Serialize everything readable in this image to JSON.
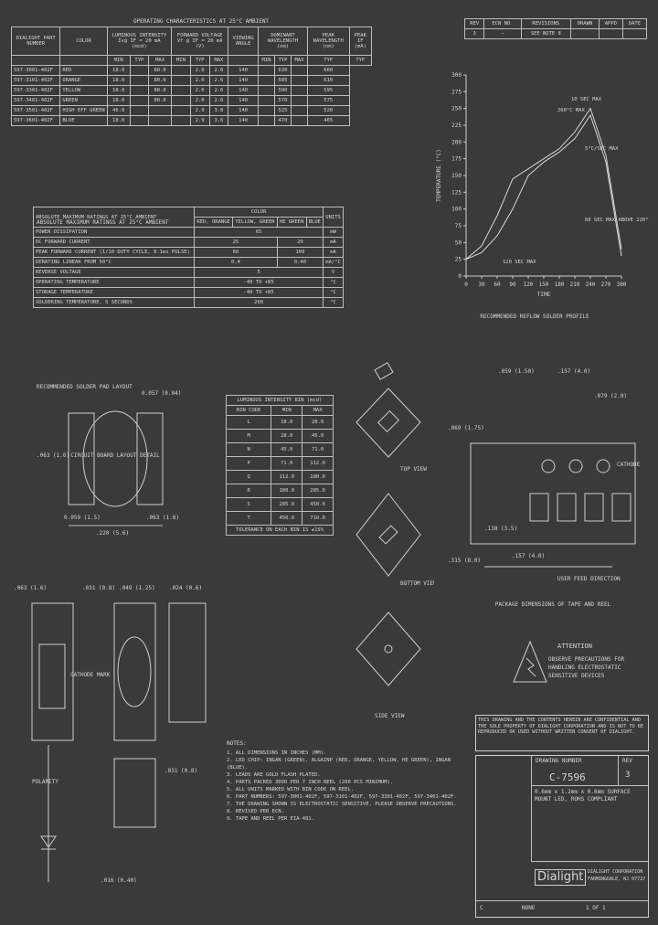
{
  "title_block": {
    "company": "Dialight",
    "address_1": "DIALIGHT CORPORATION",
    "address_2": "FARMINGDALE, NJ 07727",
    "drawing_number_label": "DRAWING NUMBER",
    "drawing_number": "C-7596",
    "rev_label": "REV",
    "rev": "3",
    "description": "0.6mm x 1.2mm x 0.6mm SURFACE MOUNT LED, ROHS COMPLIANT",
    "sheet": "1 OF 1",
    "scale": "NONE",
    "size": "C"
  },
  "revision_block": {
    "headers": [
      "REV",
      "ECN NO.",
      "REVISIONS",
      "DRAWN",
      "APPD",
      "DATE"
    ],
    "rows": [
      [
        "3",
        "—",
        "SEE NOTE 8",
        "",
        "",
        ""
      ]
    ]
  },
  "operating_table": {
    "title": "OPERATING CHARACTERISTICS AT 25°C AMBIENT",
    "col_part": "DIALIGHT PART NUMBER",
    "col_color": "COLOR",
    "col_lum": "LUMINOUS INTENSITY Iv@ IF = 20 mA (mcd)",
    "col_vf": "FORWARD VOLTAGE Vf @ IF = 20 mA (V)",
    "col_view": "VIEWING ANGLE",
    "col_dom": "DOMINANT WAVELENGTH (nm)",
    "col_peak": "PEAK WAVELENGTH (nm)",
    "col_pkg": "PEAK IF (mA)",
    "sub": [
      "MIN",
      "TYP",
      "MAX",
      "MIN",
      "TYP",
      "MAX",
      "",
      "MIN",
      "TYP",
      "MAX",
      "TYP",
      "TYP"
    ],
    "rows": [
      [
        "597-3001-402F",
        "RED",
        "18.0",
        "",
        "80.0",
        "",
        "2.0",
        "2.6",
        "140",
        "",
        "630",
        "",
        "660"
      ],
      [
        "597-3101-402F",
        "ORANGE",
        "18.0",
        "",
        "80.0",
        "",
        "2.0",
        "2.6",
        "140",
        "",
        "605",
        "",
        "610"
      ],
      [
        "597-3301-402F",
        "YELLOW",
        "18.0",
        "",
        "80.0",
        "",
        "2.0",
        "2.6",
        "140",
        "",
        "590",
        "",
        "595"
      ],
      [
        "597-3401-402F",
        "GREEN",
        "18.0",
        "",
        "80.0",
        "",
        "2.0",
        "2.6",
        "140",
        "",
        "570",
        "",
        "575"
      ],
      [
        "597-3501-402F",
        "HIGH EFF GREEN",
        "46.0",
        "",
        "",
        "",
        "2.9",
        "3.6",
        "140",
        "",
        "525",
        "",
        "520"
      ],
      [
        "597-3601-402F",
        "BLUE",
        "18.0",
        "",
        "",
        "",
        "2.9",
        "3.6",
        "140",
        "",
        "470",
        "",
        "465"
      ]
    ]
  },
  "abs_max_table": {
    "title": "ABSOLUTE MAXIMUM RATINGS AT 25°C AMBIENT",
    "color_header": "COLOR",
    "sub_headers": [
      "RED, ORANGE",
      "YELLOW, GREEN",
      "HE GREEN",
      "BLUE",
      "UNITS"
    ],
    "rows": [
      [
        "POWER DISSIPATION",
        "65",
        "",
        "",
        "",
        "mW"
      ],
      [
        "DC FORWARD CURRENT",
        "25",
        "",
        "20",
        "",
        "mA"
      ],
      [
        "PEAK FORWARD CURRENT (1/10 DUTY CYCLE, 0.1ms PULSE)",
        "60",
        "",
        "100",
        "",
        "mA"
      ],
      [
        "DERATING LINEAR FROM 50°C",
        "0.4",
        "",
        "0.40",
        "",
        "mA/°C"
      ],
      [
        "REVERSE VOLTAGE",
        "5",
        "",
        "",
        "",
        "V"
      ],
      [
        "OPERATING TEMPERATURE",
        "-40 TO +85",
        "",
        "",
        "",
        "°C"
      ],
      [
        "STORAGE TEMPERATURE",
        "-40 TO +85",
        "",
        "",
        "",
        "°C"
      ],
      [
        "SOLDERING TEMPERATURE, 5 SECONDS",
        "260",
        "",
        "",
        "",
        "°C"
      ]
    ]
  },
  "bin_table": {
    "title": "LUMINOUS INTENSITY BIN (mcd)",
    "headers": [
      "BIN CODE",
      "MIN",
      "MAX"
    ],
    "rows": [
      [
        "L",
        "18.0",
        "28.0"
      ],
      [
        "M",
        "28.0",
        "45.0"
      ],
      [
        "N",
        "45.0",
        "71.0"
      ],
      [
        "P",
        "71.0",
        "112.0"
      ],
      [
        "Q",
        "112.0",
        "180.0"
      ],
      [
        "R",
        "180.0",
        "285.0"
      ],
      [
        "S",
        "285.0",
        "450.0"
      ],
      [
        "T",
        "450.0",
        "710.0"
      ]
    ],
    "footer": "TOLERANCE ON EACH BIN IS ±15%"
  },
  "solder_pad": {
    "title": "RECOMMENDED SOLDER PAD LAYOUT",
    "center_label": "CIRCUIT BOARD LAYOUT DETAIL",
    "dim_1": "0.057 (0.04)",
    "dim_2": ".063 (1.6)",
    "dim_3": "0.059 (1.5)",
    "dim_4": ".063 (1.6)",
    "dim_5": ".220 (5.6)"
  },
  "profile_chart": {
    "title": "RECOMMENDED REFLOW SOLDER PROFILE",
    "ylabel": "TEMPERATURE (°C)",
    "xlabel": "TIME",
    "annotations": [
      "260°C MAX",
      "10 SEC MAX",
      "5°C/SEC MAX",
      "60 SEC MAX ABOVE 220°C",
      "120 SEC MAX"
    ]
  },
  "chart_data": {
    "type": "line",
    "title": "RECOMMENDED REFLOW SOLDER PROFILE",
    "xlabel": "TIME",
    "ylabel": "TEMPERATURE (°C)",
    "x": [
      0,
      30,
      60,
      90,
      120,
      150,
      180,
      210,
      240,
      270,
      300
    ],
    "series": [
      {
        "values": [
          25,
          45,
          90,
          145,
          160,
          175,
          190,
          215,
          250,
          180,
          40
        ]
      },
      {
        "values": [
          25,
          35,
          60,
          100,
          150,
          170,
          185,
          205,
          240,
          170,
          30
        ]
      }
    ],
    "xlim": [
      0,
      300
    ],
    "ylim": [
      0,
      300
    ],
    "y_ticks": [
      0,
      25,
      50,
      75,
      100,
      125,
      150,
      175,
      200,
      225,
      250,
      275,
      300
    ],
    "x_ticks": [
      0,
      30,
      60,
      90,
      120,
      150,
      180,
      210,
      240,
      270,
      300
    ],
    "grid": false
  },
  "tape_reel": {
    "title": "PACKAGE DIMENSIONS OF TAPE AND REEL",
    "dims": [
      ".059 (1.50)",
      ".157 (4.0)",
      ".079 (2.0)",
      ".069 (1.75)",
      ".138 (3.5)",
      ".315 (8.0)",
      ".157 (4.0)",
      "CATHODE",
      "USER FEED DIRECTION"
    ]
  },
  "views": {
    "labels": [
      "CATHODE MARK",
      "TOP VIEW",
      "BOTTOM VIEW",
      "SIDE VIEW",
      "POLARITY"
    ],
    "dims": [
      ".063 (1.6)",
      ".031 (0.8)",
      ".049 (1.25)",
      ".024 (0.6)",
      ".031 (0.8)",
      ".016 (0.40)"
    ]
  },
  "attention": {
    "title": "ATTENTION",
    "line1": "OBSERVE PRECAUTIONS FOR",
    "line2": "HANDLING ELECTROSTATIC",
    "line3": "SENSITIVE DEVICES"
  },
  "proprietary": "THIS DRAWING AND THE CONTENTS HEREIN ARE CONFIDENTIAL AND THE SOLE PROPERTY OF DIALIGHT CORPORATION AND IS NOT TO BE REPRODUCED OR USED WITHOUT WRITTEN CONSENT OF DIALIGHT.",
  "notes": {
    "title": "NOTES:",
    "items": [
      "1. ALL DIMENSIONS IN INCHES (MM).",
      "2. LED CHIP: INGAN (GREEN), ALGAINP (RED, ORANGE, YELLOW, HE GREEN), INGAN (BLUE).",
      "3. LEADS ARE GOLD FLASH PLATED.",
      "4. PARTS PACKED 3000 PER 7 INCH REEL (200 PCS MINIMUM).",
      "5. ALL UNITS MARKED WITH BIN CODE ON REEL.",
      "6. PART NUMBERS: 597-3001-402F, 597-3101-402F, 597-3301-402F, 597-3401-402F.",
      "7. THE DRAWING SHOWN IS ELECTROSTATIC SENSITIVE, PLEASE OBSERVE PRECAUTIONS.",
      "8. REVISED PER ECN.",
      "9. TAPE AND REEL PER EIA-481."
    ]
  },
  "colors": {
    "background": "#3a3a3a",
    "ink": "#d8d8d8"
  }
}
